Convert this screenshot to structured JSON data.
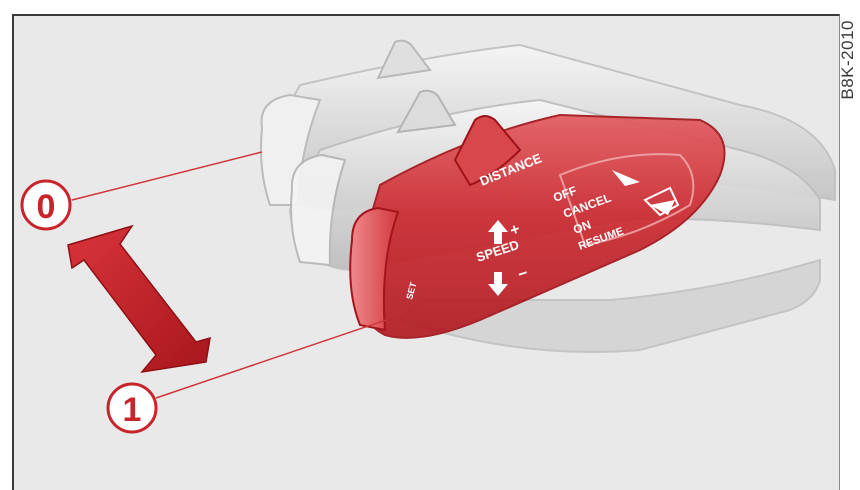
{
  "figure": {
    "code": "B8K-2010",
    "marker_0": "0",
    "marker_1": "1",
    "accent_color": "#c8242b",
    "line_color": "#d0343a"
  },
  "lever": {
    "distance_label": "DISTANCE",
    "off_label": "OFF",
    "cancel_label": "CANCEL",
    "on_label": "ON",
    "resume_label": "RESUME",
    "speed_label": "SPEED",
    "plus_label": "+",
    "minus_label": "−",
    "end_label": "SET"
  }
}
